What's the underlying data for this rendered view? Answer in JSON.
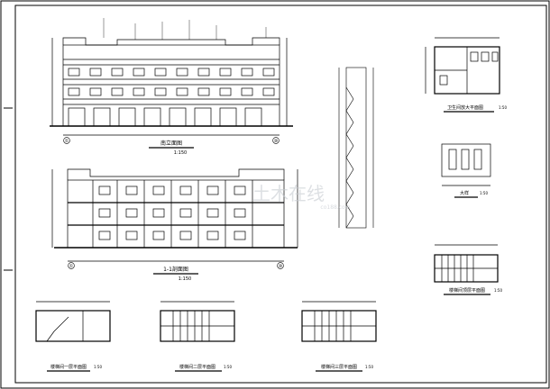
{
  "sheet": {
    "colors": {
      "line": "#000000",
      "paper": "#ffffff",
      "watermark": "#c8ccd2"
    }
  },
  "drawings": {
    "front_elevation": {
      "title": "南立面图",
      "scale": "1:150",
      "axis_left": "①",
      "axis_right": "⑩"
    },
    "section_1_1": {
      "title": "1-1剖面图",
      "scale": "1:150",
      "axis_left": "①",
      "axis_right": "⑩"
    },
    "stair_section": {},
    "toilet_plan": {
      "title": "卫生间放大平面图",
      "scale": "1:50"
    },
    "stair_detail": {
      "title": "大样",
      "scale": "1:50"
    },
    "stair_top_plan": {
      "title": "楼梯间顶层平面图",
      "scale": "1:50"
    },
    "stair_plan_1": {
      "title": "楼梯间一层平面图",
      "scale": "1:50"
    },
    "stair_plan_2": {
      "title": "楼梯间二层平面图",
      "scale": "1:50"
    },
    "stair_plan_3": {
      "title": "楼梯间三层平面图",
      "scale": "1:50"
    }
  },
  "watermark": {
    "text": "土木在线",
    "sub": "co188.com"
  }
}
